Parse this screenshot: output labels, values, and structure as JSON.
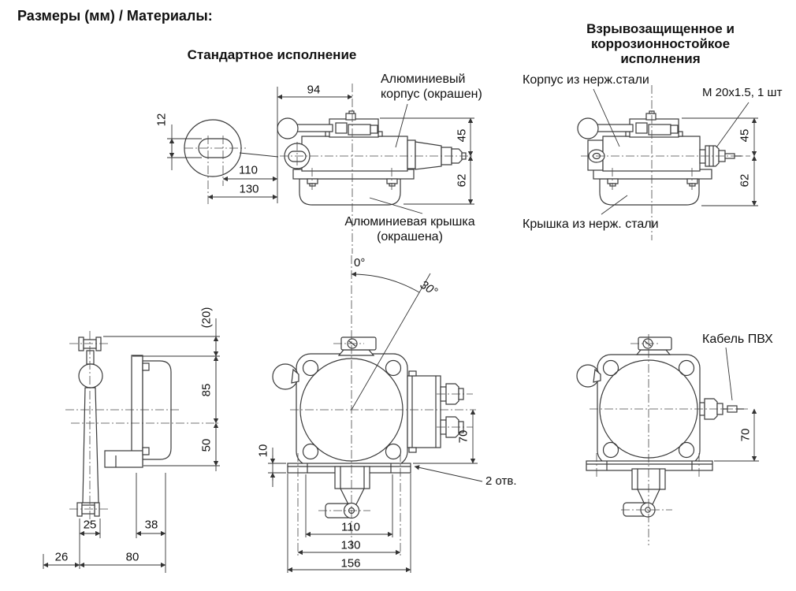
{
  "title": "Размеры (мм) / Материалы:",
  "standard": {
    "heading": "Стандартное исполнение",
    "housing_label": "Алюминиевый корпус (окрашен)",
    "cover_label": "Алюминиевая крышка (окрашена)",
    "dims": {
      "lever_width": "94",
      "slot_height": "12",
      "lever_110": "110",
      "lever_130": "130",
      "height_top": "45",
      "height_bottom": "62"
    }
  },
  "explosion_proof": {
    "heading": "Взрывозащищенное и коррозионностойкое исполнения",
    "housing_label": "Корпус из нерж.стали",
    "gland_label": "М 20x1.5, 1 шт",
    "cover_label": "Крышка из нерж. стали",
    "cable_label": "Кабель ПВХ",
    "dims": {
      "height_top": "45",
      "height_bottom": "62",
      "gland_offset": "70"
    }
  },
  "side_profile": {
    "dims": {
      "depth_top": "(20)",
      "height_upper": "85",
      "height_lower": "50",
      "roller_width": "25",
      "depth_rear": "38",
      "offset_front": "26",
      "depth_total": "80"
    }
  },
  "front_view": {
    "dims": {
      "angle_zero": "0°",
      "angle_thirty": "30°",
      "base_thickness": "10",
      "holes_span": "110",
      "slots_span": "130",
      "base_width": "156",
      "gland_offset": "70",
      "holes_label": "2 отв."
    }
  },
  "theme": {
    "line_color": "#3a3a3a",
    "text_color": "#111111",
    "background": "#ffffff"
  }
}
